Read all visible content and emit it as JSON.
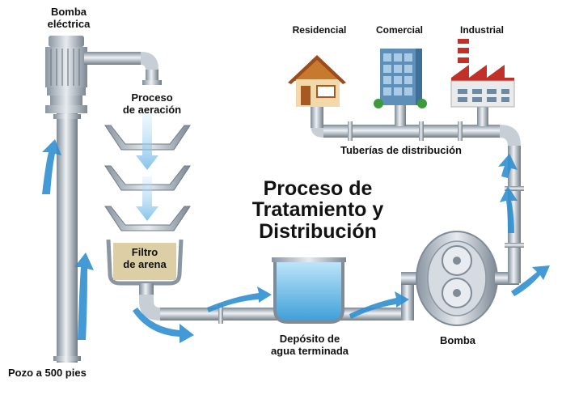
{
  "labels": {
    "pump_top_line1": "Bomba",
    "pump_top_line2": "eléctrica",
    "aeration_line1": "Proceso",
    "aeration_line2": "de aeración",
    "filter_line1": "Filtro",
    "filter_line2": "de arena",
    "well": "Pozo a 500 pies",
    "tank_line1": "Depósito de",
    "tank_line2": "agua terminada",
    "pump_right": "Bomba",
    "distribution": "Tuberías de distribución",
    "residential": "Residencial",
    "commercial": "Comercial",
    "industrial": "Industrial"
  },
  "title": {
    "line1": "Proceso de",
    "line2": "Tratamiento y",
    "line3": "Distribución"
  },
  "colors": {
    "background": "#ffffff",
    "pipe_light": "#dfe4ea",
    "pipe_dark": "#7f8b97",
    "arrow_blue": "#2f8fd0",
    "water_blue": "#8fd0f2",
    "sand": "#dccfa6",
    "roof_red": "#c2302a",
    "building_glass": "#5e8fb8"
  }
}
